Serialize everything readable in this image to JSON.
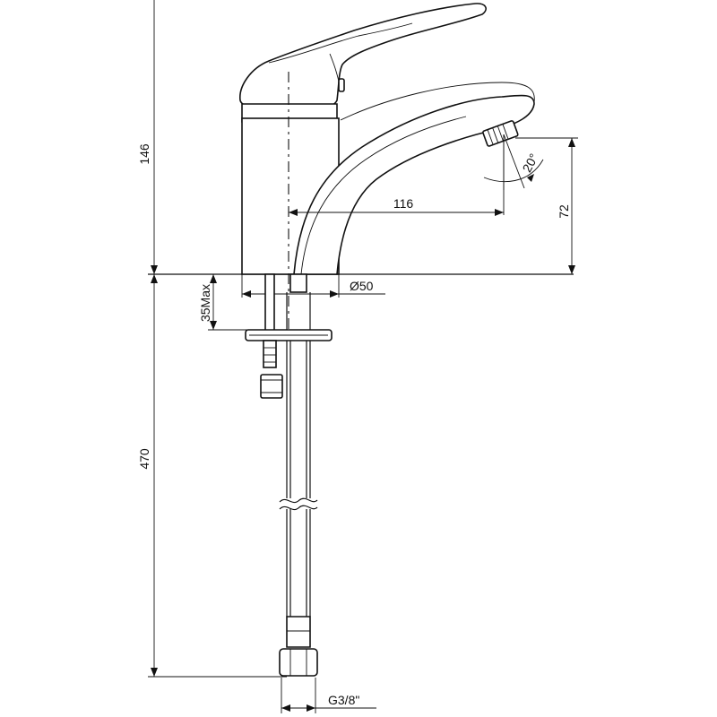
{
  "dimensions": {
    "overall_height": "146",
    "spout_reach": "116",
    "spout_height": "72",
    "spout_angle": "20°",
    "body_diameter": "Ø50",
    "max_deck_thickness": "35Max",
    "hose_length": "470",
    "connection_thread": "G3/8\""
  }
}
